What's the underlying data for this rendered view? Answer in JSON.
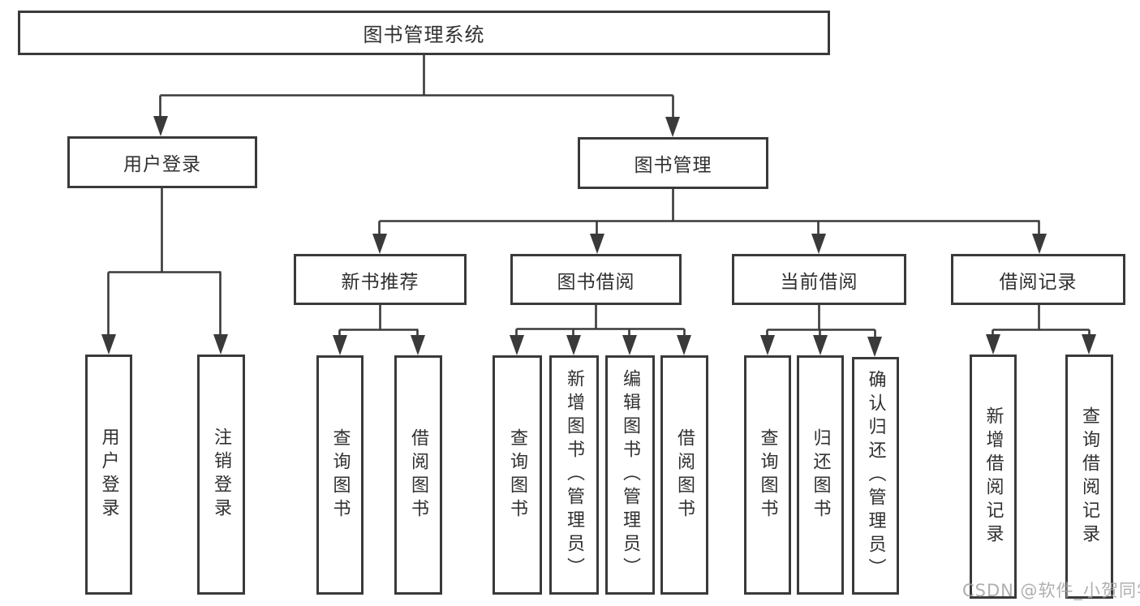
{
  "tree": {
    "label": "图书管理系统",
    "children": [
      {
        "label": "用户登录",
        "children": [
          {
            "label": "用户登录"
          },
          {
            "label": "注销登录"
          }
        ]
      },
      {
        "label": "图书管理",
        "children": [
          {
            "label": "新书推荐",
            "children": [
              {
                "label": "查询图书"
              },
              {
                "label": "借阅图书"
              }
            ]
          },
          {
            "label": "图书借阅",
            "children": [
              {
                "label": "查询图书"
              },
              {
                "label": "新增图书（管理员）"
              },
              {
                "label": "编辑图书（管理员）"
              },
              {
                "label": "借阅图书"
              }
            ]
          },
          {
            "label": "当前借阅",
            "children": [
              {
                "label": "查询图书"
              },
              {
                "label": "归还图书"
              },
              {
                "label": "确认归还（管理员）"
              }
            ]
          },
          {
            "label": "借阅记录",
            "children": [
              {
                "label": "新增借阅记录"
              },
              {
                "label": "查询借阅记录"
              }
            ]
          }
        ]
      }
    ]
  },
  "watermark": {
    "text": "CSDN @软件_小贺同学"
  },
  "colors": {
    "line": "#3a3a3a",
    "text": "#303030",
    "box_background": "#ffffff",
    "page_background": "#ffffff",
    "watermark": "#a4a4a4"
  }
}
